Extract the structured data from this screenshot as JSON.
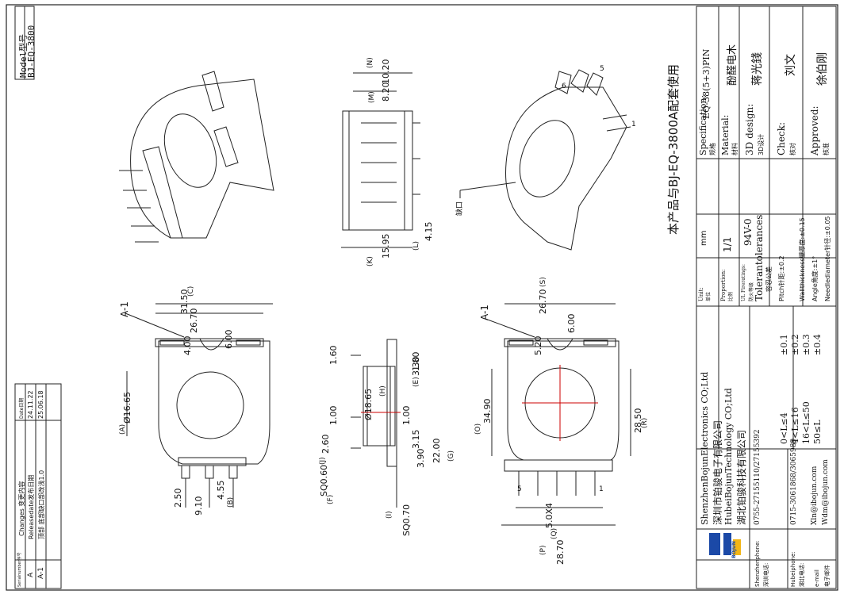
{
  "model": {
    "label": "Model型号",
    "value": "BJ-EQ-3800"
  },
  "changes": {
    "title": "Changes 变更内容",
    "col_number": "Serialnumber序号",
    "col_date": "Date日期",
    "rows": [
      {
        "no": "A",
        "content": "Releasedate发布日期",
        "date": "24.11.22"
      },
      {
        "no": "A-1",
        "content": "顶部 底部缺口部改浅1.0",
        "date": "25.06.18"
      }
    ]
  },
  "drawing": {
    "top_label": "本产品与BJ-EQ-3800A配套使用",
    "gap_label": "缺口",
    "section_label": "A-1",
    "dims_front": [
      "31.50",
      "26.70",
      "6.00",
      "4.00",
      "Ø16.65",
      "2.50",
      "9.10",
      "4.55",
      "(A)",
      "(B)",
      "(C)"
    ],
    "dims_side_top": [
      "10.20",
      "8.20",
      "15.95",
      "4.15",
      "(N)",
      "(M)",
      "(K)",
      "(L)"
    ],
    "dims_side": [
      "1.60",
      "1.80",
      "3.30",
      "1.00",
      "1.00",
      "Ø18.65",
      "2.60",
      "3.15",
      "3.90",
      "22.00",
      "SQ0.60",
      "SQ0.70",
      "(F)",
      "(J)",
      "(I)",
      "(H)",
      "(E)",
      "(G)"
    ],
    "dims_bottom": [
      "26.70",
      "6.00",
      "5.20",
      "34.90",
      "28.50",
      "5.0X4",
      "28.70",
      "(S)",
      "(O)",
      "(R)",
      "(Q)",
      "(P)"
    ],
    "pins": [
      "1",
      "5",
      "6",
      "1",
      "5"
    ]
  },
  "title_block": {
    "specification": {
      "label": "Specification:",
      "sub": "规格",
      "value": "EQ-38(5+3)PIN"
    },
    "material": {
      "label": "Material:",
      "sub": "材料",
      "value": "酚醛电木"
    },
    "design": {
      "label": "3D design:",
      "sub": "3D设计",
      "value": "蒋光錢"
    },
    "check": {
      "label": "Check:",
      "sub": "核对",
      "value": "刘文"
    },
    "approved": {
      "label": "Approved:",
      "sub": "核准",
      "value": "徐伯刚"
    },
    "unit": {
      "label": "Unit:",
      "sub": "单位",
      "value": "mm"
    },
    "proportion": {
      "label": "Proportion:",
      "sub": "比例",
      "value": "1/1"
    },
    "fire": {
      "label": "UL Fireratings:",
      "sub": "防火等级",
      "value": "94V-0"
    },
    "tolerances": {
      "label": "Tolerantolerances",
      "sub": "容忍公差"
    },
    "tol_rows": [
      {
        "range": "0<L≤4",
        "val": "±0.1"
      },
      {
        "range": "4<L≤16",
        "val": "±0.2"
      },
      {
        "range": "16<L≤50",
        "val": "±0.3"
      },
      {
        "range": "50≤L",
        "val": "±0.4"
      }
    ],
    "specs": [
      "Pitch针距:±0.2",
      "Wallthickness壁厚度:±0.15",
      "Angle角度:±1°",
      "Needlediameter针径:±0.05"
    ],
    "company": [
      "ShenzhenBojunElectronics CO;Ltd",
      "深圳市铂骏电子有限公司",
      "HubeiBojunTechnology CO;Ltd",
      "湖北铂骏科技有限公司"
    ],
    "logo_text": "BOJUN",
    "contacts": [
      {
        "label": "Shenzhenphone:",
        "sub": "深圳电话:",
        "value": "0755-27155110/27155392"
      },
      {
        "label": "Hubeiphone:",
        "sub": "湖北电话:",
        "value": "0715-3061868/3065989"
      },
      {
        "label": "e-mail",
        "sub": "电子邮件",
        "value1": "Xln@ibojun.com",
        "value2": "Wdm@ibojun.com"
      }
    ]
  }
}
